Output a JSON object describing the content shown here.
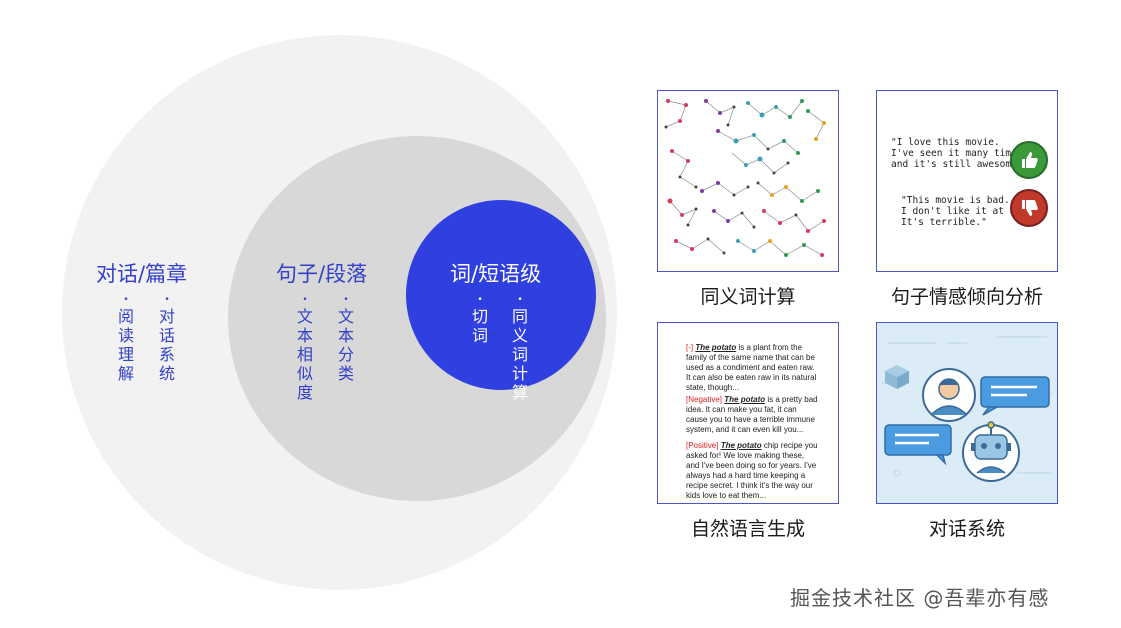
{
  "levels": {
    "outer": {
      "title": "对话/篇章",
      "items": [
        "阅读理解",
        "对话系统"
      ]
    },
    "middle": {
      "title": "句子/段落",
      "items": [
        "文本相似度",
        "文本分类"
      ]
    },
    "inner": {
      "title": "词/短语级",
      "items": [
        "切词",
        "同义词计算"
      ]
    }
  },
  "bullet": "•",
  "cards": {
    "synonym": {
      "caption": "同义词计算"
    },
    "sentiment": {
      "caption": "句子情感倾向分析",
      "quote_positive": "\"I love this movie.\nI've seen it many times\nand it's still awesome.\"",
      "quote_negative": "\"This movie is bad.\nI don't like it at all.\nIt's terrible.\"",
      "positive_color": "#3a9a3a",
      "negative_color": "#c0392b"
    },
    "nlg": {
      "caption": "自然语言生成",
      "paragraphs": [
        {
          "tag": "[-]",
          "term": "The potato",
          "text": " is a plant from the family of the same name that can be used as a condiment and eaten raw. It can also be eaten raw in its natural state, though..."
        },
        {
          "tag": "[Negative]",
          "term": "The potato",
          "text": " is a pretty bad idea. It can make you fat, it can cause you to have a terrible immune system, and it can even kill you..."
        },
        {
          "tag": "[Positive]",
          "term": "The potato",
          "text": " chip recipe you asked for! We love making these, and I've been doing so for years. I've always had a hard time keeping a recipe secret. I think it's the way our kids love to eat them..."
        }
      ]
    },
    "dialog": {
      "caption": "对话系统",
      "background": "#dcecf6"
    }
  },
  "colors": {
    "outer_circle": "#f2f2f2",
    "middle_circle": "#d8d8d8",
    "inner_circle": "#2f3fe0",
    "label_blue": "#3340c9",
    "card_border": "#4a55c8"
  },
  "watermark": "掘金技术社区 @吾辈亦有感"
}
